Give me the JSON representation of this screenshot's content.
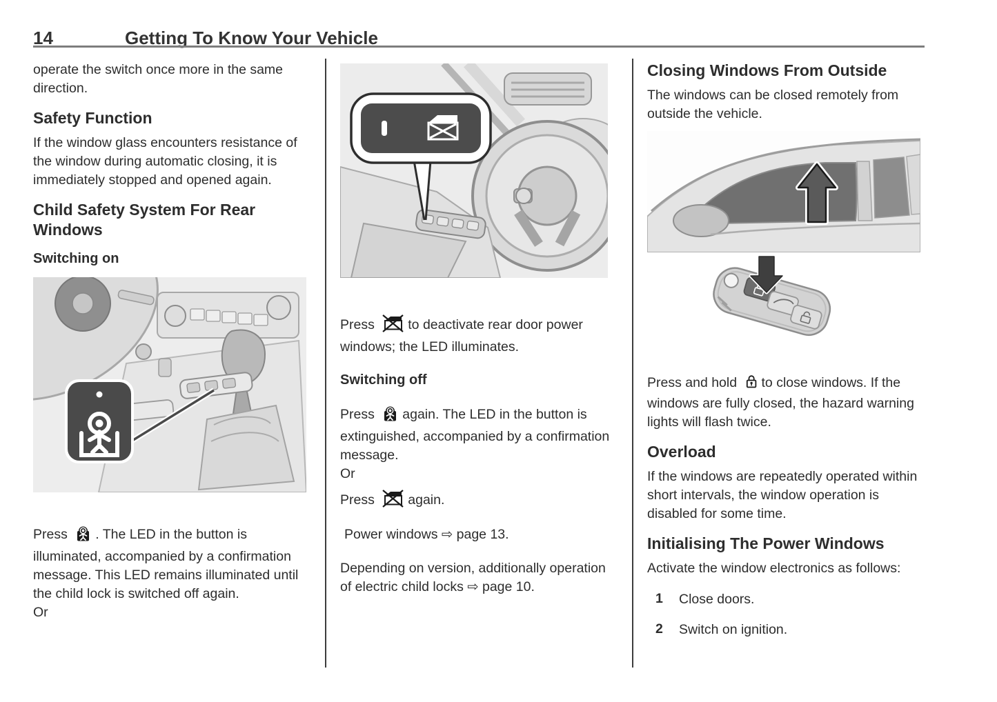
{
  "page": {
    "number": "14",
    "chapter_title": "Getting To Know Your Vehicle"
  },
  "left_column": {
    "intro_continuation": "operate the switch once more in the same direction.",
    "safety_heading": "Safety Function",
    "safety_body": "If the window glass encounters resistance of the window during automatic closing, it is immediately stopped and opened again.",
    "child_heading": "Child Safety System For Rear Windows",
    "switching_on_label": "Switching on",
    "press_prefix": "Press",
    "press_suffix": ". The LED in the button is illuminated, accompanied by a confirmation message. This LED remains illuminated until the child lock is switched off again.",
    "or_label": "Or"
  },
  "middle_column": {
    "deactivate_prefix": "Press",
    "deactivate_suffix": "to deactivate rear door power windows; the LED illuminates.",
    "switching_off_label": "Switching off",
    "press_again_prefix": "Press",
    "press_again_suffix": "again. The LED in the button is extinguished, accompanied by a confirmation message.",
    "or_label": "Or",
    "press_window_prefix": "Press",
    "press_window_suffix": "again.",
    "power_windows_ref": "Power windows ⇨ page 13.",
    "version_note": "Depending on version, additionally operation of electric child locks ⇨ page 10."
  },
  "right_column": {
    "closing_heading": "Closing Windows From Outside",
    "closing_intro": "The windows can be closed remotely from outside the vehicle.",
    "press_hold_prefix": "Press and hold",
    "press_hold_suffix": "to close windows. If the windows are fully closed, the hazard warning lights will flash twice.",
    "overload_heading": "Overload",
    "overload_body": "If the windows are repeatedly operated within short intervals, the window operation is disabled for some time.",
    "init_heading": "Initialising The Power Windows",
    "init_body": "Activate the window electronics as follows:",
    "steps": [
      {
        "num": "1",
        "text": "Close doors."
      },
      {
        "num": "2",
        "text": "Switch on ignition."
      }
    ]
  },
  "icons": {
    "child_lock": "child-safety-lock-icon",
    "window_disable": "rear-power-window-off-icon",
    "remote_lock": "lock-icon",
    "page_ref_arrow": "⇨"
  },
  "colors": {
    "text": "#2d2d2d",
    "header_rule": "#7d7d7d",
    "callout_dark": "#4a4a4a",
    "window_glass": "#707070"
  }
}
